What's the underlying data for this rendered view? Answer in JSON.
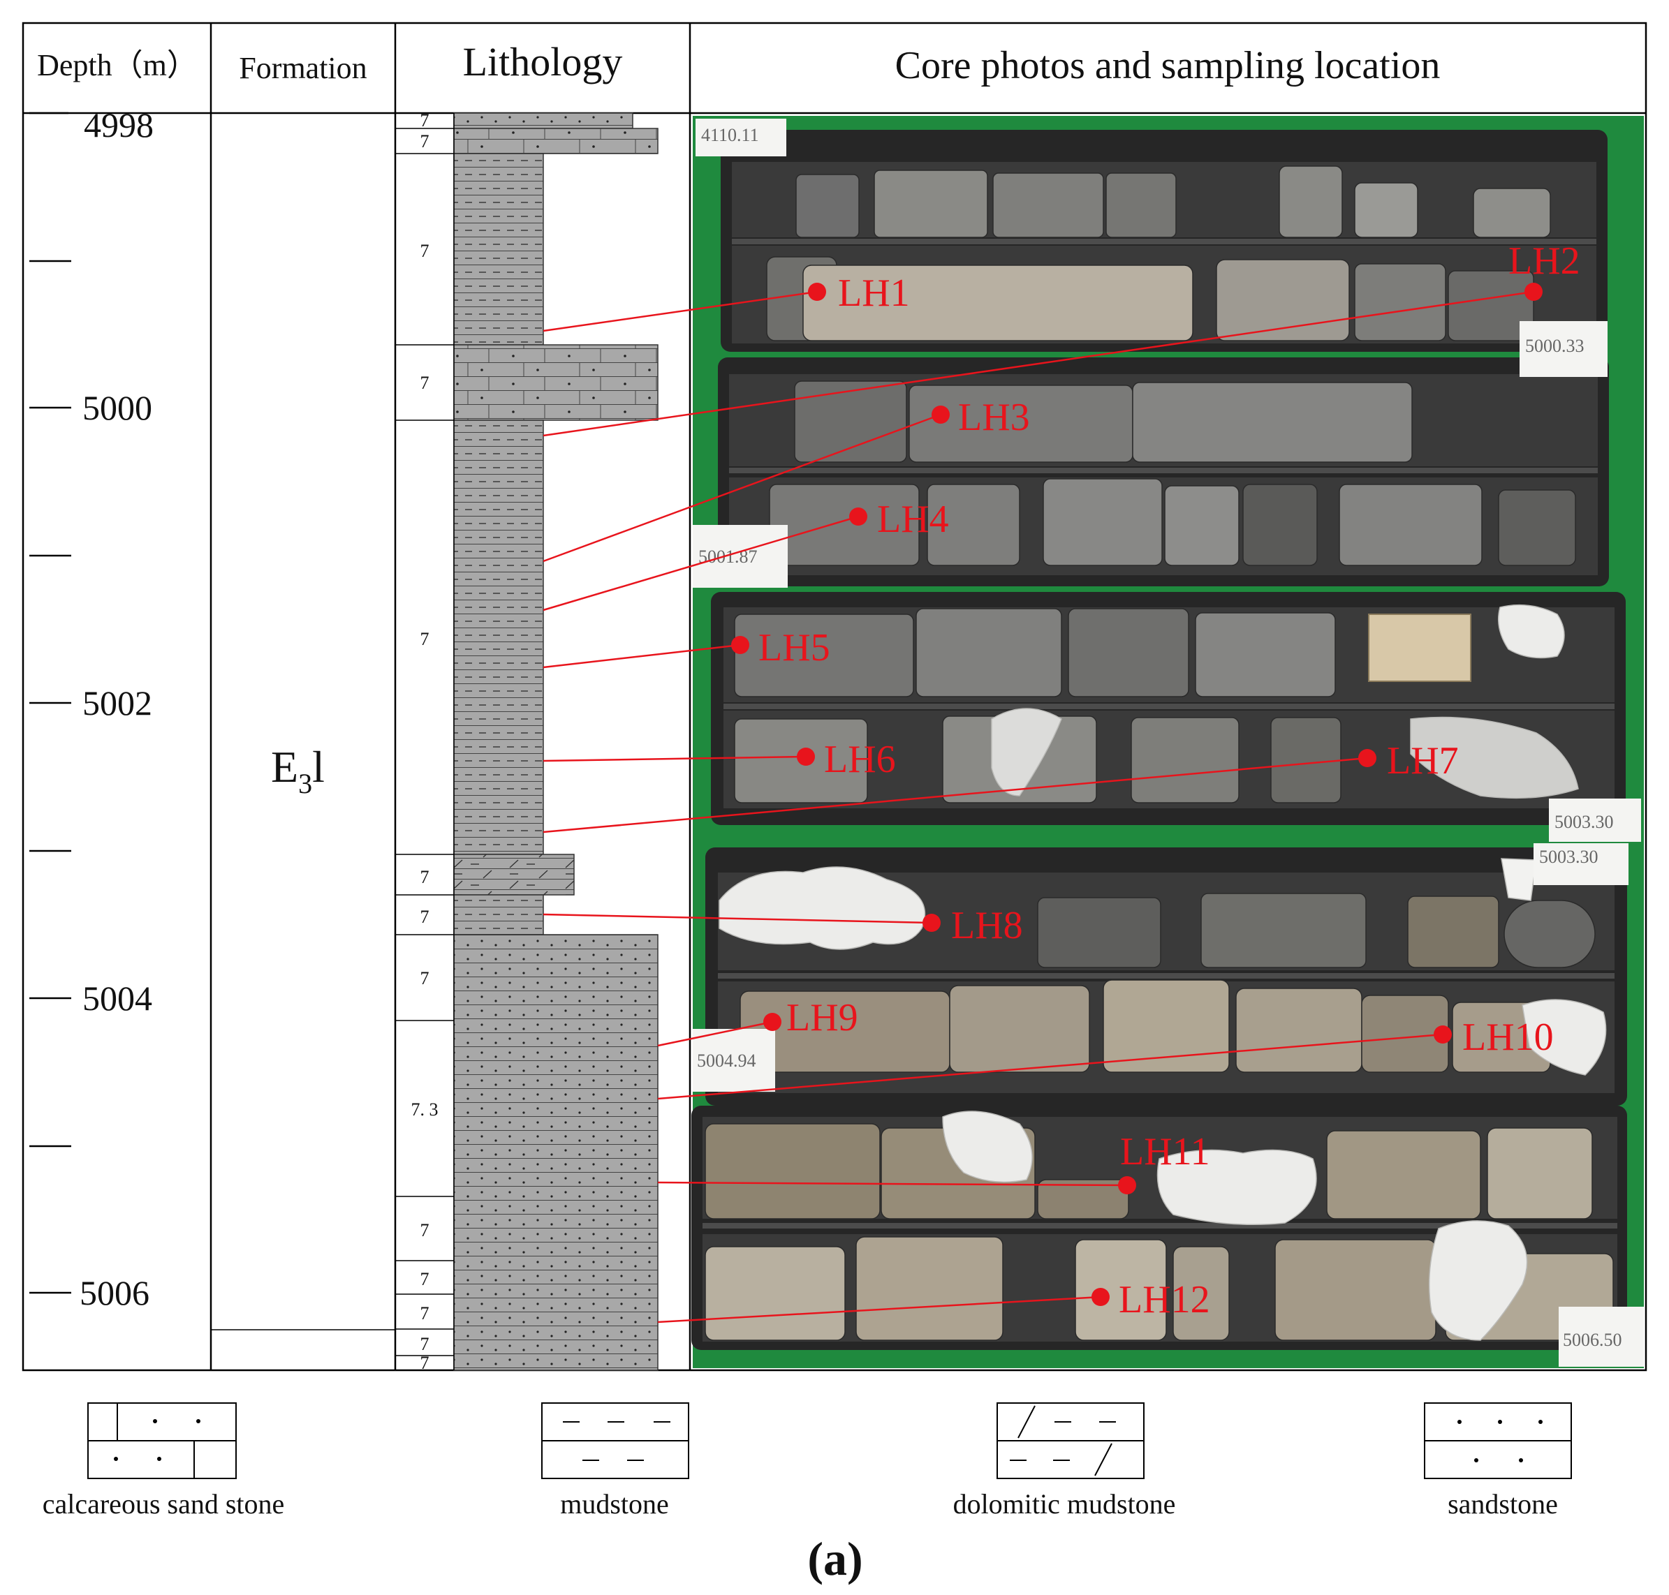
{
  "header": {
    "depth": "Depth（m）",
    "formation": "Formation",
    "lithology": "Lithology",
    "core": "Core photos and sampling location"
  },
  "depth_labels": [
    "4998",
    "5000",
    "5002",
    "5004",
    "5006"
  ],
  "formation_label": {
    "main": "E",
    "sub": "3",
    "suffix": "l"
  },
  "layer_codes": [
    "7",
    "7",
    "7",
    "7",
    "7",
    "7",
    "7",
    "7",
    "7. 3",
    "7",
    "7",
    "7",
    "7",
    "7"
  ],
  "sample_labels": [
    "LH1",
    "LH2",
    "LH3",
    "LH4",
    "LH5",
    "LH6",
    "LH7",
    "LH8",
    "LH9",
    "LH10",
    "LH11",
    "LH12"
  ],
  "photo_notes": [
    "4110.11",
    "5000.33",
    "5001.87",
    "5003.30",
    "5003.30",
    "5004.94",
    "5006.50"
  ],
  "legend": [
    "calcareous sand stone",
    "mudstone",
    "dolomitic mudstone",
    "sandstone"
  ],
  "panel_label": "(a)",
  "colors": {
    "lith_fill": "#a8a8a8",
    "sample_marker": "#e8141c",
    "tray_green": "#1f8a3e",
    "tray_black": "#262626"
  }
}
